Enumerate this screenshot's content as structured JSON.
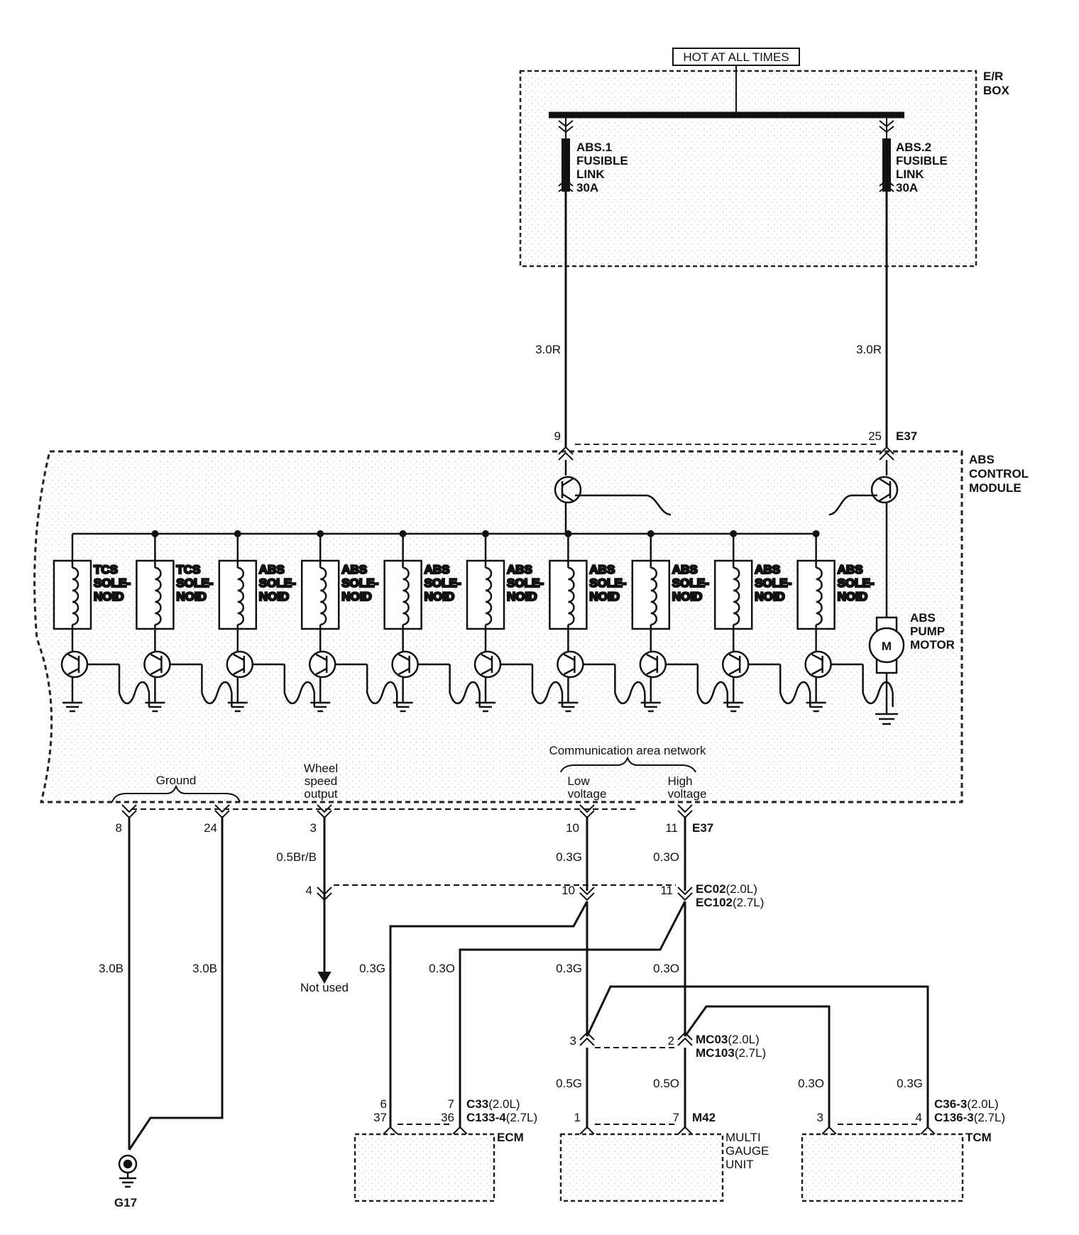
{
  "power": {
    "hot_label": "HOT AT ALL TIMES",
    "er_box": [
      "E/R",
      "BOX"
    ],
    "fuse1": [
      "ABS.1",
      "FUSIBLE",
      "LINK",
      "30A"
    ],
    "fuse2": [
      "ABS.2",
      "FUSIBLE",
      "LINK",
      "30A"
    ],
    "wire_left": "3.0R",
    "wire_right": "3.0R"
  },
  "module": {
    "name": [
      "ABS",
      "CONTROL",
      "MODULE"
    ],
    "connector": "E37",
    "pin_left_top": "9",
    "pin_right_top": "25",
    "solenoids": [
      [
        "TCS",
        "SOLE-",
        "NOID"
      ],
      [
        "TCS",
        "SOLE-",
        "NOID"
      ],
      [
        "ABS",
        "SOLE-",
        "NOID"
      ],
      [
        "ABS",
        "SOLE-",
        "NOID"
      ],
      [
        "ABS",
        "SOLE-",
        "NOID"
      ],
      [
        "ABS",
        "SOLE-",
        "NOID"
      ],
      [
        "ABS",
        "SOLE-",
        "NOID"
      ],
      [
        "ABS",
        "SOLE-",
        "NOID"
      ],
      [
        "ABS",
        "SOLE-",
        "NOID"
      ],
      [
        "ABS",
        "SOLE-",
        "NOID"
      ]
    ],
    "pump_label": [
      "ABS",
      "PUMP",
      "MOTOR"
    ],
    "motor_symbol": "M",
    "ground_label": "Ground",
    "wheel_speed_label": [
      "Wheel",
      "speed",
      "output"
    ],
    "can_label": "Communication area network",
    "low_voltage": [
      "Low",
      "voltage"
    ],
    "high_voltage": [
      "High",
      "voltage"
    ],
    "bottom_pins": {
      "p8": "8",
      "p24": "24",
      "p3": "3",
      "p10": "10",
      "p11": "11"
    },
    "bottom_connector": "E37"
  },
  "wiring": {
    "w_05brb": "0.5Br/B",
    "w_03g_a": "0.3G",
    "w_03o_a": "0.3O",
    "pin4": "4",
    "pin10b": "10",
    "pin11b": "11",
    "ec02": "EC02",
    "ec02_suffix": "(2.0L)",
    "ec102": "EC102",
    "ec102_suffix": "(2.7L)",
    "not_used": "Not used",
    "w_30b_l": "3.0B",
    "w_30b_r": "3.0B",
    "w_03g_b": "0.3G",
    "w_03o_b": "0.3O",
    "w_03g_c": "0.3G",
    "w_03o_c": "0.3O",
    "pin3": "3",
    "pin2": "2",
    "mc03": "MC03",
    "mc03_suffix": "(2.0L)",
    "mc103": "MC103",
    "mc103_suffix": "(2.7L)",
    "w_05g": "0.5G",
    "w_05o": "0.5O",
    "w_03o_d": "0.3O",
    "w_03g_d": "0.3G",
    "ecm_pin_6": "6",
    "ecm_pin_37": "37",
    "ecm_pin_7": "7",
    "ecm_pin_36": "36",
    "c33": "C33",
    "c33_suffix": "(2.0L)",
    "c133": "C133-4",
    "c133_suffix": "(2.7L)",
    "ecm": "ECM",
    "mgu_pin_1": "1",
    "mgu_pin_7": "7",
    "m42": "M42",
    "mgu": [
      "MULTI",
      "GAUGE",
      "UNIT"
    ],
    "tcm_pin_3": "3",
    "tcm_pin_4": "4",
    "c36": "C36-3",
    "c36_suffix": "(2.0L)",
    "c136": "C136-3",
    "c136_suffix": "(2.7L)",
    "tcm": "TCM",
    "ground_point": "G17"
  }
}
